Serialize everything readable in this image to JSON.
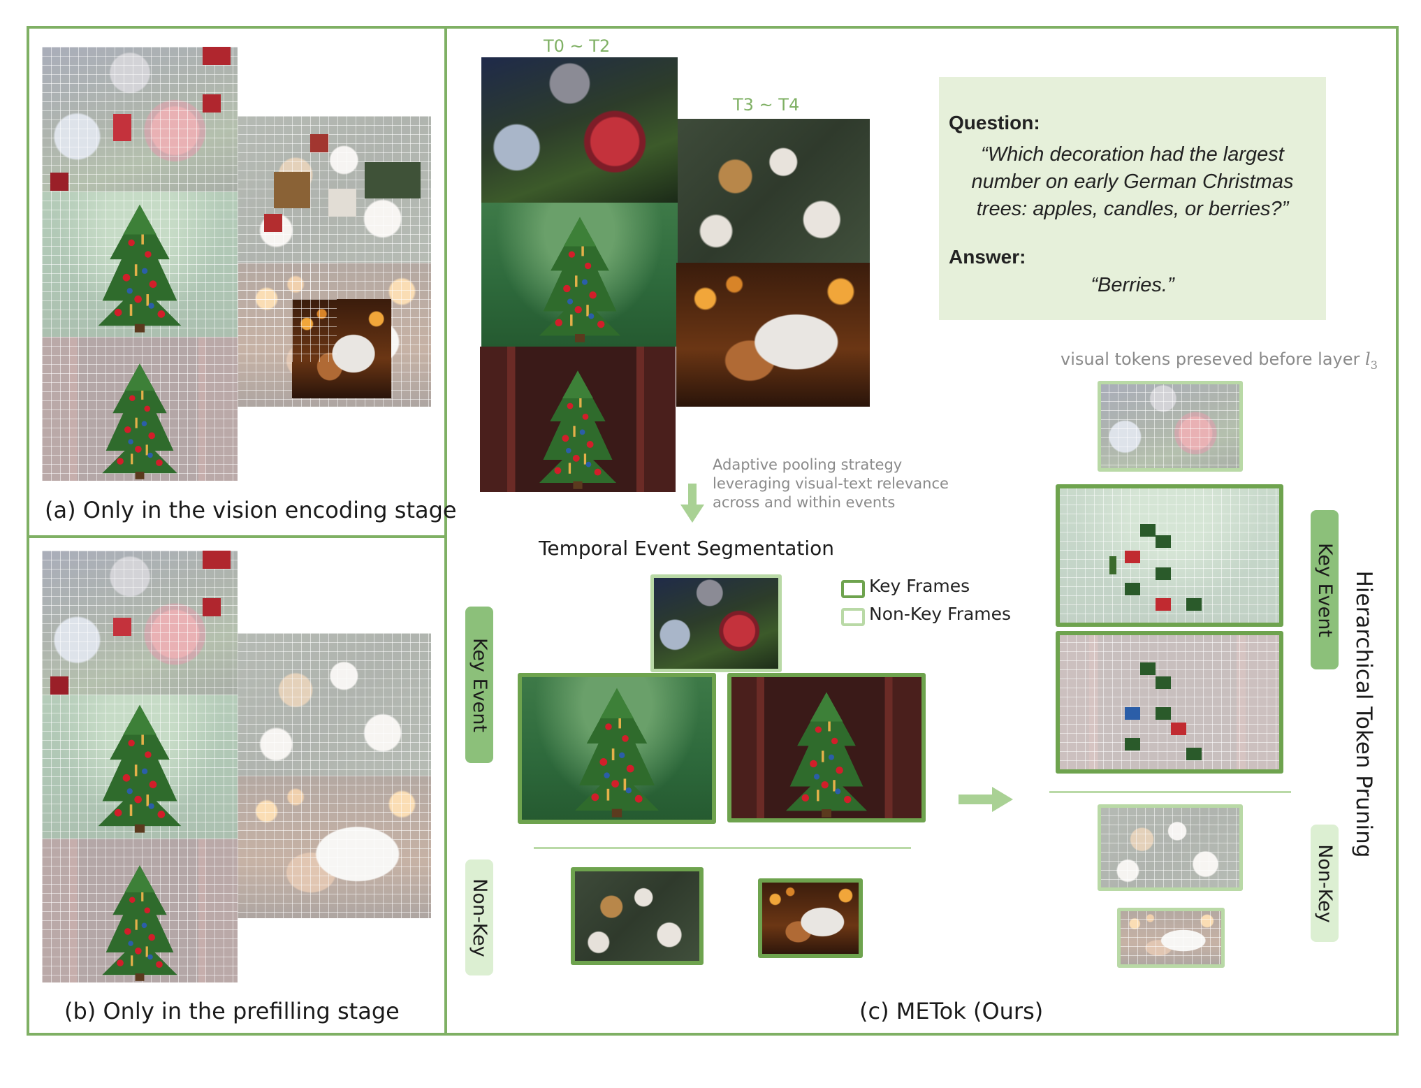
{
  "panel_a": {
    "caption": "(a) Only in the vision encoding stage"
  },
  "panel_b": {
    "caption": "(b) Only in the prefilling stage"
  },
  "panel_c": {
    "caption": "(c) METok (Ours)",
    "time_label_1": "T0 ~ T2",
    "time_label_2": "T3 ~ T4",
    "arrow_note": [
      "Adaptive pooling strategy",
      "leveraging visual-text relevance",
      "across and within events"
    ],
    "segmentation_title": "Temporal Event Segmentation",
    "legend_key": "Key Frames",
    "legend_nonkey": "Non-Key Frames",
    "key_event_label": "Key Event",
    "non_key_label": "Non-Key",
    "preserved_note": "visual tokens preseved before layer",
    "layer_symbol": "l",
    "layer_sub": "3",
    "pruning_title": "Hierarchical Token Pruning"
  },
  "qa": {
    "question_label": "Question:",
    "question_lines": [
      "“Which decoration had the largest",
      "number on early German Christmas",
      "trees: apples, candles, or berries?”"
    ],
    "answer_label": "Answer:",
    "answer_text": "“Berries.”"
  },
  "colors": {
    "frame_green": "#7fb064",
    "key_frame_border": "#6ea34e",
    "nonkey_frame_border": "#b9d9a6",
    "qa_bg": "#e6f0da",
    "pill_key": "#8cc07a",
    "pill_nonkey": "#dcefd2"
  }
}
